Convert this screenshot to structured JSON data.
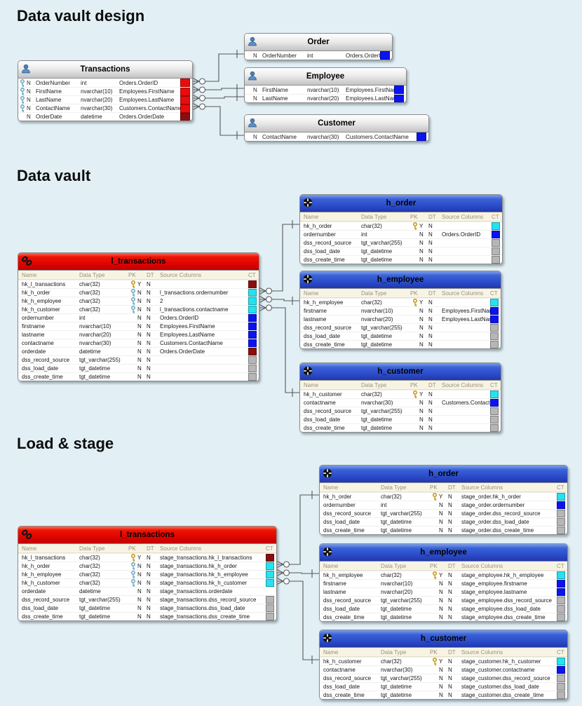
{
  "page": {
    "background_color": "#e2f0f6"
  },
  "sections": [
    {
      "heading": "Data vault design"
    },
    {
      "heading": "Data vault"
    },
    {
      "heading": "Load & stage"
    }
  ],
  "palette": {
    "red": "#ea0c0c",
    "darkred": "#8b0e0e",
    "cyan": "#24e2f0",
    "blue": "#0b14ee",
    "gray": "#b6b6b6",
    "key_gold": "#cf9c1f",
    "key_blue": "#74aecb",
    "link_header_red": "#dc0400",
    "hub_header_blue": "#2a48c6"
  },
  "vault_columns": {
    "name": "Name",
    "type": "Data Type",
    "pk": "PK",
    "dt": "DT",
    "source": "Source Columns",
    "ct": "CT"
  },
  "tables": [
    {
      "kind": "source",
      "title": "Transactions",
      "rows": [
        {
          "key": true,
          "nullable": "N",
          "name": "OrderNumber",
          "type": "int",
          "source": "Orders.OrderID",
          "ct": "red"
        },
        {
          "key": true,
          "nullable": "N",
          "name": "FirstName",
          "type": "nvarchar(10)",
          "source": "Employees.FirstName",
          "ct": "red"
        },
        {
          "key": true,
          "nullable": "N",
          "name": "LastName",
          "type": "nvarchar(20)",
          "source": "Employees.LastName",
          "ct": "red"
        },
        {
          "key": true,
          "nullable": "N",
          "name": "ContactName",
          "type": "nvarchar(30)",
          "source": "Customers.ContactName",
          "ct": "red"
        },
        {
          "key": false,
          "nullable": "N",
          "name": "OrderDate",
          "type": "datetime",
          "source": "Orders.OrderDate",
          "ct": "darkred"
        }
      ]
    },
    {
      "kind": "source",
      "title": "Order",
      "rows": [
        {
          "key": false,
          "nullable": "N",
          "name": "OrderNumber",
          "type": "int",
          "source": "Orders.OrderID",
          "ct": "blue"
        }
      ]
    },
    {
      "kind": "source",
      "title": "Employee",
      "rows": [
        {
          "key": false,
          "nullable": "N",
          "name": "FirstName",
          "type": "nvarchar(10)",
          "source": "Employees.FirstName",
          "ct": "blue"
        },
        {
          "key": false,
          "nullable": "N",
          "name": "LastName",
          "type": "nvarchar(20)",
          "source": "Employees.LastName",
          "ct": "blue"
        }
      ]
    },
    {
      "kind": "source",
      "title": "Customer",
      "rows": [
        {
          "key": false,
          "nullable": "N",
          "name": "ContactName",
          "type": "nvarchar(30)",
          "source": "Customers.ContactName",
          "ct": "blue"
        }
      ]
    },
    {
      "kind": "link",
      "title": "l_transactions",
      "rows": [
        {
          "name": "hk_l_transactions",
          "type": "char(32)",
          "keycolor": "gold",
          "pk": "Y",
          "dt": "N",
          "source": "",
          "ct": "darkred"
        },
        {
          "name": "hk_h_order",
          "type": "char(32)",
          "keycolor": "blue",
          "pk": "N",
          "dt": "N",
          "source": "l_transactions.ordernumber",
          "ct": "cyan"
        },
        {
          "name": "hk_h_employee",
          "type": "char(32)",
          "keycolor": "blue",
          "pk": "N",
          "dt": "N",
          "source": "2",
          "ct": "cyan"
        },
        {
          "name": "hk_h_customer",
          "type": "char(32)",
          "keycolor": "blue",
          "pk": "N",
          "dt": "N",
          "source": "l_transactions.contactname",
          "ct": "cyan"
        },
        {
          "name": "ordernumber",
          "type": "int",
          "keycolor": null,
          "pk": "N",
          "dt": "N",
          "source": "Orders.OrderID",
          "ct": "blue"
        },
        {
          "name": "firstname",
          "type": "nvarchar(10)",
          "keycolor": null,
          "pk": "N",
          "dt": "N",
          "source": "Employees.FirstName",
          "ct": "blue"
        },
        {
          "name": "lastname",
          "type": "nvarchar(20)",
          "keycolor": null,
          "pk": "N",
          "dt": "N",
          "source": "Employees.LastName",
          "ct": "blue"
        },
        {
          "name": "contactname",
          "type": "nvarchar(30)",
          "keycolor": null,
          "pk": "N",
          "dt": "N",
          "source": "Customers.ContactName",
          "ct": "blue"
        },
        {
          "name": "orderdate",
          "type": "datetime",
          "keycolor": null,
          "pk": "N",
          "dt": "N",
          "source": "Orders.OrderDate",
          "ct": "darkred"
        },
        {
          "name": "dss_record_source",
          "type": "tgt_varchar(255)",
          "keycolor": null,
          "pk": "N",
          "dt": "N",
          "source": "",
          "ct": "gray"
        },
        {
          "name": "dss_load_date",
          "type": "tgt_datetime",
          "keycolor": null,
          "pk": "N",
          "dt": "N",
          "source": "",
          "ct": "gray"
        },
        {
          "name": "dss_create_time",
          "type": "tgt_datetime",
          "keycolor": null,
          "pk": "N",
          "dt": "N",
          "source": "",
          "ct": "gray"
        }
      ]
    },
    {
      "kind": "hub",
      "title": "h_order",
      "rows": [
        {
          "name": "hk_h_order",
          "type": "char(32)",
          "keycolor": "gold",
          "pk": "Y",
          "dt": "N",
          "source": "",
          "ct": "cyan"
        },
        {
          "name": "ordernumber",
          "type": "int",
          "keycolor": null,
          "pk": "N",
          "dt": "N",
          "source": "Orders.OrderID",
          "ct": "blue"
        },
        {
          "name": "dss_record_source",
          "type": "tgt_varchar(255)",
          "keycolor": null,
          "pk": "N",
          "dt": "N",
          "source": "",
          "ct": "gray"
        },
        {
          "name": "dss_load_date",
          "type": "tgt_datetime",
          "keycolor": null,
          "pk": "N",
          "dt": "N",
          "source": "",
          "ct": "gray"
        },
        {
          "name": "dss_create_time",
          "type": "tgt_datetime",
          "keycolor": null,
          "pk": "N",
          "dt": "N",
          "source": "",
          "ct": "gray"
        }
      ]
    },
    {
      "kind": "hub",
      "title": "h_employee",
      "rows": [
        {
          "name": "hk_h_employee",
          "type": "char(32)",
          "keycolor": "gold",
          "pk": "Y",
          "dt": "N",
          "source": "",
          "ct": "cyan"
        },
        {
          "name": "firstname",
          "type": "nvarchar(10)",
          "keycolor": null,
          "pk": "N",
          "dt": "N",
          "source": "Employees.FirstName",
          "ct": "blue"
        },
        {
          "name": "lastname",
          "type": "nvarchar(20)",
          "keycolor": null,
          "pk": "N",
          "dt": "N",
          "source": "Employees.LastName",
          "ct": "blue"
        },
        {
          "name": "dss_record_source",
          "type": "tgt_varchar(255)",
          "keycolor": null,
          "pk": "N",
          "dt": "N",
          "source": "",
          "ct": "gray"
        },
        {
          "name": "dss_load_date",
          "type": "tgt_datetime",
          "keycolor": null,
          "pk": "N",
          "dt": "N",
          "source": "",
          "ct": "gray"
        },
        {
          "name": "dss_create_time",
          "type": "tgt_datetime",
          "keycolor": null,
          "pk": "N",
          "dt": "N",
          "source": "",
          "ct": "gray"
        }
      ]
    },
    {
      "kind": "hub",
      "title": "h_customer",
      "rows": [
        {
          "name": "hk_h_customer",
          "type": "char(32)",
          "keycolor": "gold",
          "pk": "Y",
          "dt": "N",
          "source": "",
          "ct": "cyan"
        },
        {
          "name": "contactname",
          "type": "nvarchar(30)",
          "keycolor": null,
          "pk": "N",
          "dt": "N",
          "source": "Customers.ContactName",
          "ct": "blue"
        },
        {
          "name": "dss_record_source",
          "type": "tgt_varchar(255)",
          "keycolor": null,
          "pk": "N",
          "dt": "N",
          "source": "",
          "ct": "gray"
        },
        {
          "name": "dss_load_date",
          "type": "tgt_datetime",
          "keycolor": null,
          "pk": "N",
          "dt": "N",
          "source": "",
          "ct": "gray"
        },
        {
          "name": "dss_create_time",
          "type": "tgt_datetime",
          "keycolor": null,
          "pk": "N",
          "dt": "N",
          "source": "",
          "ct": "gray"
        }
      ]
    },
    {
      "kind": "link",
      "title": "l_transactions",
      "rows": [
        {
          "name": "hk_l_transactions",
          "type": "char(32)",
          "keycolor": "gold",
          "pk": "Y",
          "dt": "N",
          "source": "stage_transactions.hk_l_transactions",
          "ct": "darkred"
        },
        {
          "name": "hk_h_order",
          "type": "char(32)",
          "keycolor": "blue",
          "pk": "N",
          "dt": "N",
          "source": "stage_transactions.hk_h_order",
          "ct": "cyan"
        },
        {
          "name": "hk_h_employee",
          "type": "char(32)",
          "keycolor": "blue",
          "pk": "N",
          "dt": "N",
          "source": "stage_transactions.hk_h_employee",
          "ct": "cyan"
        },
        {
          "name": "hk_h_customer",
          "type": "char(32)",
          "keycolor": "blue",
          "pk": "N",
          "dt": "N",
          "source": "stage_transactions.hk_h_customer",
          "ct": "cyan"
        },
        {
          "name": "orderdate",
          "type": "datetime",
          "keycolor": null,
          "pk": "N",
          "dt": "N",
          "source": "stage_transactions.orderdate",
          "ct": null
        },
        {
          "name": "dss_record_source",
          "type": "tgt_varchar(255)",
          "keycolor": null,
          "pk": "N",
          "dt": "N",
          "source": "stage_transactions.dss_record_source",
          "ct": "gray"
        },
        {
          "name": "dss_load_date",
          "type": "tgt_datetime",
          "keycolor": null,
          "pk": "N",
          "dt": "N",
          "source": "stage_transactions.dss_load_date",
          "ct": "gray"
        },
        {
          "name": "dss_create_time",
          "type": "tgt_datetime",
          "keycolor": null,
          "pk": "N",
          "dt": "N",
          "source": "stage_transactions.dss_create_time",
          "ct": "gray"
        }
      ]
    },
    {
      "kind": "hub",
      "title": "h_order",
      "rows": [
        {
          "name": "hk_h_order",
          "type": "char(32)",
          "keycolor": "gold",
          "pk": "Y",
          "dt": "N",
          "source": "stage_order.hk_h_order",
          "ct": "cyan"
        },
        {
          "name": "ordernumber",
          "type": "int",
          "keycolor": null,
          "pk": "N",
          "dt": "N",
          "source": "stage_order.ordernumber",
          "ct": "blue"
        },
        {
          "name": "dss_record_source",
          "type": "tgt_varchar(255)",
          "keycolor": null,
          "pk": "N",
          "dt": "N",
          "source": "stage_order.dss_record_source",
          "ct": "gray"
        },
        {
          "name": "dss_load_date",
          "type": "tgt_datetime",
          "keycolor": null,
          "pk": "N",
          "dt": "N",
          "source": "stage_order.dss_load_date",
          "ct": "gray"
        },
        {
          "name": "dss_create_time",
          "type": "tgt_datetime",
          "keycolor": null,
          "pk": "N",
          "dt": "N",
          "source": "stage_order.dss_create_time",
          "ct": "gray"
        }
      ]
    },
    {
      "kind": "hub",
      "title": "h_employee",
      "rows": [
        {
          "name": "hk_h_employee",
          "type": "char(32)",
          "keycolor": "gold",
          "pk": "Y",
          "dt": "N",
          "source": "stage_employee.hk_h_employee",
          "ct": "cyan"
        },
        {
          "name": "firstname",
          "type": "nvarchar(10)",
          "keycolor": null,
          "pk": "N",
          "dt": "N",
          "source": "stage_employee.firstname",
          "ct": "blue"
        },
        {
          "name": "lastname",
          "type": "nvarchar(20)",
          "keycolor": null,
          "pk": "N",
          "dt": "N",
          "source": "stage_employee.lastname",
          "ct": "blue"
        },
        {
          "name": "dss_record_source",
          "type": "tgt_varchar(255)",
          "keycolor": null,
          "pk": "N",
          "dt": "N",
          "source": "stage_employee.dss_record_source",
          "ct": "gray"
        },
        {
          "name": "dss_load_date",
          "type": "tgt_datetime",
          "keycolor": null,
          "pk": "N",
          "dt": "N",
          "source": "stage_employee.dss_load_date",
          "ct": "gray"
        },
        {
          "name": "dss_create_time",
          "type": "tgt_datetime",
          "keycolor": null,
          "pk": "N",
          "dt": "N",
          "source": "stage_employee.dss_create_time",
          "ct": "gray"
        }
      ]
    },
    {
      "kind": "hub",
      "title": "h_customer",
      "rows": [
        {
          "name": "hk_h_customer",
          "type": "char(32)",
          "keycolor": "gold",
          "pk": "Y",
          "dt": "N",
          "source": "stage_customer.hk_h_customer",
          "ct": "cyan"
        },
        {
          "name": "contactname",
          "type": "nvarchar(30)",
          "keycolor": null,
          "pk": "N",
          "dt": "N",
          "source": "stage_customer.contactname",
          "ct": "blue"
        },
        {
          "name": "dss_record_source",
          "type": "tgt_varchar(255)",
          "keycolor": null,
          "pk": "N",
          "dt": "N",
          "source": "stage_customer.dss_record_source",
          "ct": "gray"
        },
        {
          "name": "dss_load_date",
          "type": "tgt_datetime",
          "keycolor": null,
          "pk": "N",
          "dt": "N",
          "source": "stage_customer.dss_load_date",
          "ct": "gray"
        },
        {
          "name": "dss_create_time",
          "type": "tgt_datetime",
          "keycolor": null,
          "pk": "N",
          "dt": "N",
          "source": "stage_customer.dss_create_time",
          "ct": "gray"
        }
      ]
    }
  ]
}
